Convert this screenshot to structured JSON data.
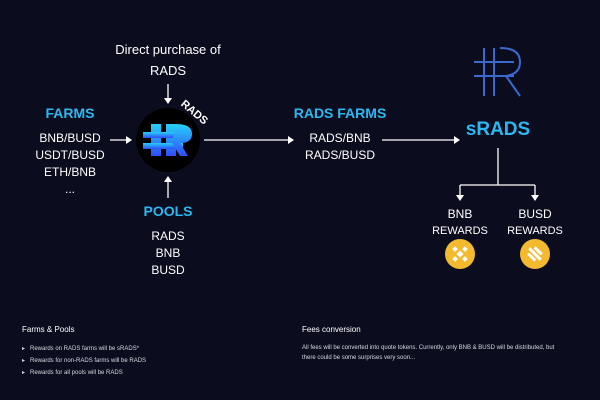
{
  "direct_purchase": {
    "line1": "Direct purchase of",
    "line2": "RADS"
  },
  "rads_logo_label": "RADS",
  "farms": {
    "title": "FARMS",
    "items": [
      "BNB/BUSD",
      "USDT/BUSD",
      "ETH/BNB",
      "..."
    ]
  },
  "pools": {
    "title": "POOLS",
    "items": [
      "RADS",
      "BNB",
      "BUSD"
    ]
  },
  "rads_farms": {
    "title": "RADS FARMS",
    "items": [
      "RADS/BNB",
      "RADS/BUSD"
    ]
  },
  "srads": {
    "title": "sRADS"
  },
  "rewards": [
    {
      "line1": "BNB",
      "line2": "REWARDS",
      "icon": "bnb-coin-icon"
    },
    {
      "line1": "BUSD",
      "line2": "REWARDS",
      "icon": "busd-coin-icon"
    }
  ],
  "footer": {
    "farms_pools": {
      "title": "Farms & Pools",
      "items": [
        "Rewards on RADS farms will be sRADS*",
        "Rewards for non-RADS farms will be RADS",
        "Rewards for all pools will be RADS"
      ]
    },
    "fees": {
      "title": "Fees conversion",
      "text_line1": "All fees will be converted into quote tokens. Currently, only BNB & BUSD will be distributed, but",
      "text_line2": "there could be some surprises very soon..."
    }
  },
  "colors": {
    "background": "#0b0d1e",
    "accent_cyan": "#2bb8f2",
    "coin_gold": "#f3ba2f",
    "logo_blue": "#2f6bff"
  }
}
